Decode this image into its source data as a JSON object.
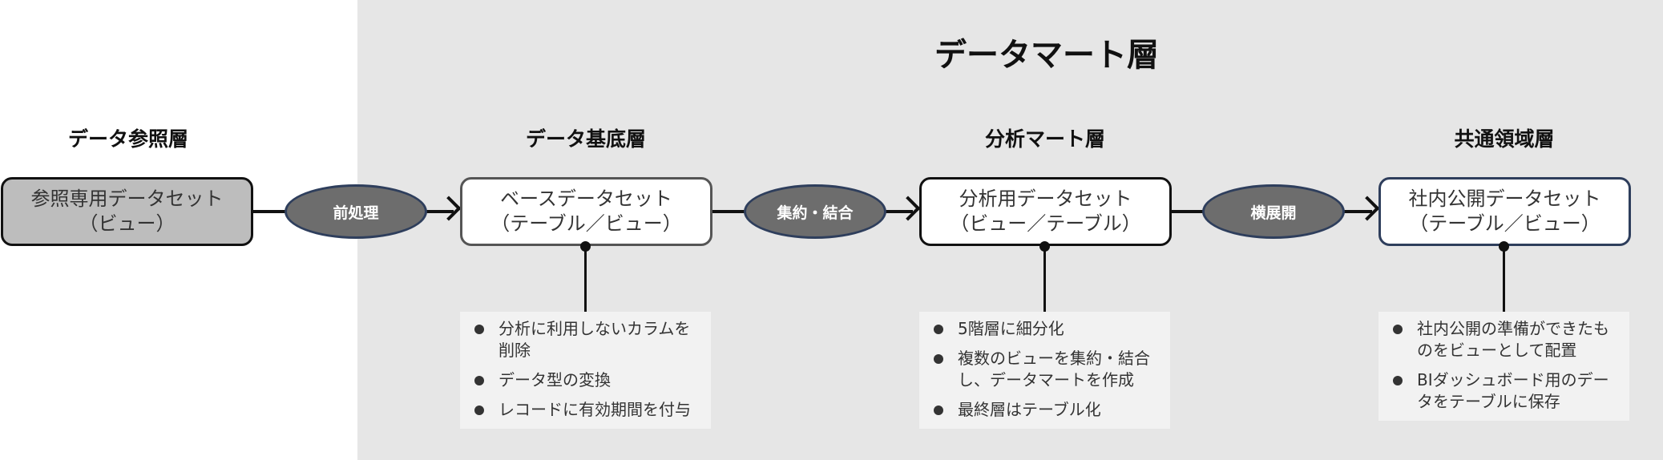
{
  "title": "データマート層",
  "layers": {
    "reference": "データ参照層",
    "base": "データ基底層",
    "analysis": "分析マート層",
    "common": "共通領域層"
  },
  "boxes": {
    "reference": {
      "line1": "参照専用データセット",
      "line2": "（ビュー）"
    },
    "base": {
      "line1": "ベースデータセット",
      "line2": "（テーブル／ビュー）"
    },
    "analysis": {
      "line1": "分析用データセット",
      "line2": "（ビュー／テーブル）"
    },
    "common": {
      "line1": "社内公開データセット",
      "line2": "（テーブル／ビュー）"
    }
  },
  "processes": {
    "preprocess": "前処理",
    "aggregate": "集約・結合",
    "expand": "横展開"
  },
  "notes": {
    "base": [
      "分析に利用しないカラムを削除",
      "データ型の変換",
      "レコードに有効期間を付与"
    ],
    "analysis": [
      "5階層に細分化",
      "複数のビューを集約・結合し、データマートを作成",
      "最終層はテーブル化"
    ],
    "common": [
      "社内公開の準備ができたものをビューとして配置",
      "BIダッシュボード用のデータをテーブルに保存"
    ]
  }
}
